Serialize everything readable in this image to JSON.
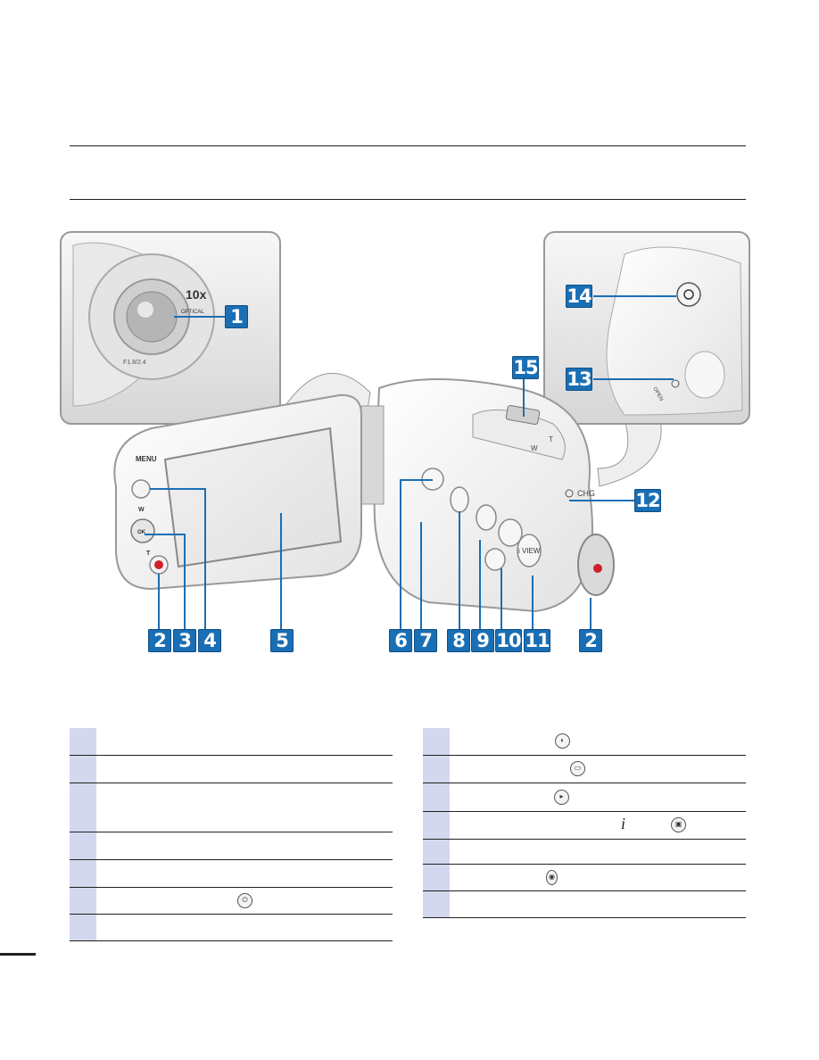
{
  "diagram": {
    "callouts": [
      "1",
      "2",
      "3",
      "4",
      "5",
      "6",
      "7",
      "8",
      "9",
      "10",
      "11",
      "2",
      "12",
      "13",
      "14",
      "15"
    ],
    "camera_labels": {
      "menu": "MENU",
      "zoom_w": "W",
      "zoom_t": "T",
      "ok": "OK",
      "iview": "i VIEW",
      "chg": "CHG",
      "lens_zoom": "10x",
      "lens_optical": "OPTICAL",
      "lens_aperture": "F1.8/2.4",
      "open": "OPEN",
      "dial_t": "T",
      "dial_w": "W"
    }
  },
  "tables": {
    "left_rows": 7,
    "right_rows": 7,
    "italic_i": "i"
  },
  "colors": {
    "callout_blue": "#1a6fb4",
    "table_number_bg": "#d3d8ee"
  }
}
